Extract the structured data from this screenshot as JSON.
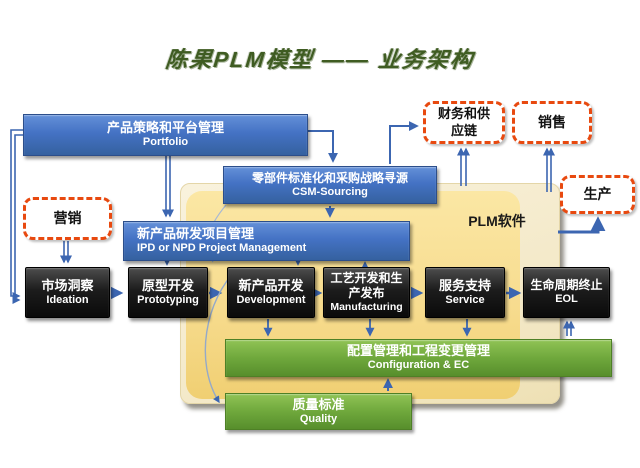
{
  "title": "陈果PLM模型 —— 业务架构",
  "panel": {
    "label": "PLM软件"
  },
  "boxes": {
    "portfolio": {
      "zh": "产品策略和平台管理",
      "en": "Portfolio"
    },
    "csm": {
      "zh": "零部件标准化和采购战略寻源",
      "en": "CSM-Sourcing"
    },
    "ipd": {
      "zh": "新产品研发项目管理",
      "en": "IPD or NPD Project Management"
    },
    "ideation": {
      "zh": "市场洞察",
      "en": "Ideation"
    },
    "prototyping": {
      "zh": "原型开发",
      "en": "Prototyping"
    },
    "development": {
      "zh": "新产品开发",
      "en": "Development"
    },
    "manufacturing": {
      "zh": "工艺开发和生产发布",
      "en": "Manufacturing"
    },
    "service": {
      "zh": "服务支持",
      "en": "Service"
    },
    "eol": {
      "zh": "生命周期终止",
      "en": "EOL"
    },
    "configuration": {
      "zh": "配置管理和工程变更管理",
      "en": "Configuration & EC"
    },
    "quality": {
      "zh": "质量标准",
      "en": "Quality"
    },
    "marketing": {
      "zh": "营销"
    },
    "finance": {
      "zh": "财务和供应链"
    },
    "sales": {
      "zh": "销售"
    },
    "production": {
      "zh": "生产"
    }
  },
  "colors": {
    "blue_box": "#4472c4",
    "black_box": "#141414",
    "green_box": "#6fa83c",
    "dashed_border": "#e8490f",
    "panel_cream": "#f3e8c6",
    "panel_yellow": "#f7dc8f",
    "connector": "#3c66b1",
    "title": "#3f5c22"
  }
}
